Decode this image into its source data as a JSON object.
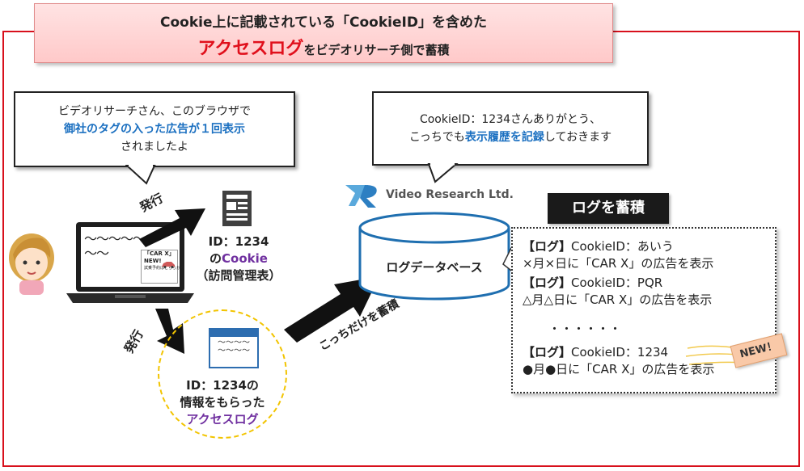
{
  "title": {
    "line1": "Cookie上に記載されている「CookieID」を含めた",
    "line2_highlight": "アクセスログ",
    "line2_rest": "をビデオリサーチ側で蓄積"
  },
  "user_bubble": {
    "line1": "ビデオリサーチさん、このブラウザで",
    "line2": "御社のタグの入った広告が１回表示",
    "line3": "されましたよ"
  },
  "vr_bubble": {
    "line1": "CookieID：1234さんありがとう、",
    "line2_prefix": "こっちでも",
    "line2_highlight": "表示履歴を記録",
    "line2_suffix": "しておきます"
  },
  "logo": {
    "text": "Video Research Ltd."
  },
  "laptop": {
    "wave1": "～～～～～",
    "wave2": "～～",
    "ad_line1": "「CAR X」",
    "ad_line2": "NEW!",
    "ad_line3": "試乗予約はこちらから"
  },
  "cookie": {
    "id": "ID：1234",
    "line2_prefix": "の",
    "line2_highlight": "Cookie",
    "line3": "（訪問管理表）"
  },
  "arrows": {
    "issue1": "発行",
    "issue2": "発行",
    "accumulate": "こっちだけを蓄積"
  },
  "access_log": {
    "line1": "ID：1234の",
    "line2": "情報をもらった",
    "line3": "アクセスログ",
    "doc_wave": "～～～～"
  },
  "database": {
    "label": "ログデータベース"
  },
  "log_panel": {
    "tag": "ログを蓄積",
    "entries": [
      {
        "head": "【ログ】",
        "id": "CookieID：あいう",
        "detail": "×月×日に「CAR X」の広告を表示"
      },
      {
        "head": "【ログ】",
        "id": "CookieID：PQR",
        "detail": "△月△日に「CAR X」の広告を表示"
      },
      {
        "head": "【ログ】",
        "id": "CookieID：1234",
        "detail": "●月●日に「CAR X」の広告を表示"
      }
    ],
    "ellipsis": "・・・・・・",
    "new_badge": "NEW！"
  },
  "colors": {
    "frame": "#d8101c",
    "accent_red": "#e0101c",
    "accent_blue": "#1a6fc0",
    "accent_purple": "#7030a0",
    "circle": "#f2c400",
    "db_blue": "#1f6fb0"
  }
}
